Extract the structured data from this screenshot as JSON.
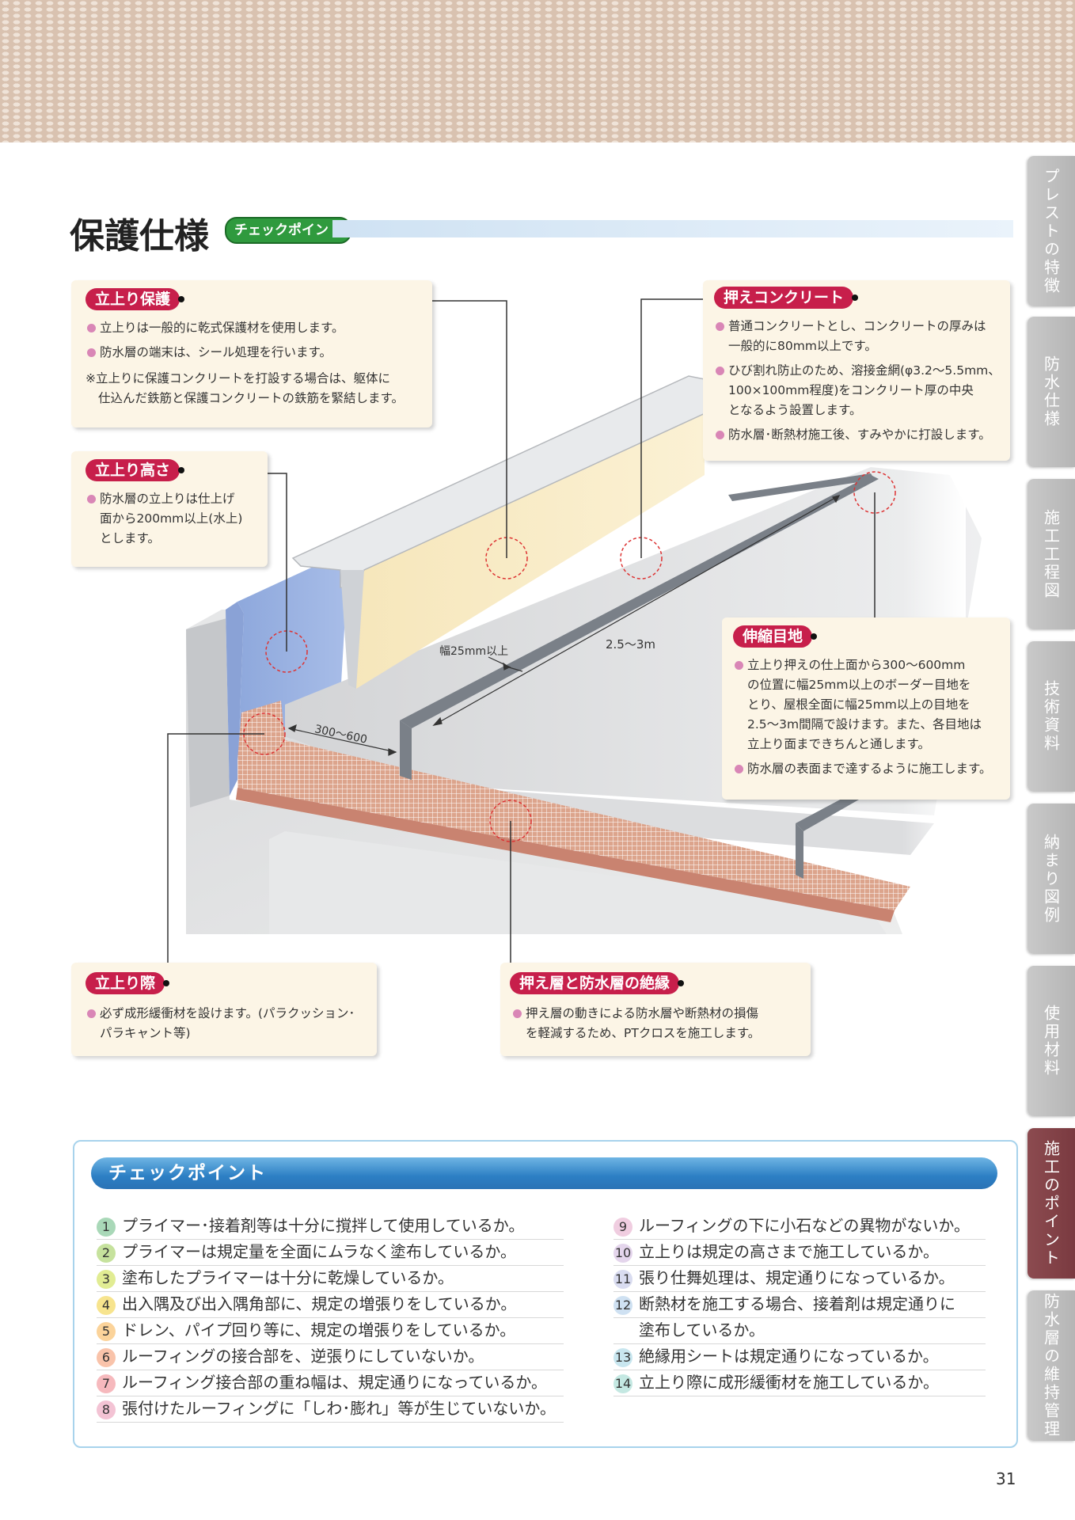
{
  "header": {
    "title": "保護仕様",
    "badge": "チェックポイント"
  },
  "side_tabs": [
    {
      "label": "プレストの特徴",
      "active": false
    },
    {
      "label": "防水仕様",
      "active": false
    },
    {
      "label": "施工工程図",
      "active": false
    },
    {
      "label": "技術資料",
      "active": false
    },
    {
      "label": "納まり図例",
      "active": false
    },
    {
      "label": "使用材料",
      "active": false
    },
    {
      "label": "施工のポイント",
      "active": true
    },
    {
      "label": "防水層の維持管理",
      "active": false
    }
  ],
  "callouts": {
    "tachiagari_hogo": {
      "tag": "立上り保護",
      "lines": [
        "立上りは一般的に乾式保護材を使用します。",
        "防水層の端末は、シール処理を行います。"
      ],
      "note1": "※立上りに保護コンクリートを打設する場合は、躯体に",
      "note2": "仕込んだ鉄筋と保護コンクリートの鉄筋を緊結します。"
    },
    "tachiagari_takasa": {
      "tag": "立上り高さ",
      "line1": "防水層の立上りは仕上げ",
      "line2": "面から200mm以上(水上)",
      "line3": "とします。"
    },
    "osae_concrete": {
      "tag": "押えコンクリート",
      "b1_1": "普通コンクリートとし、コンクリートの厚みは",
      "b1_2": "一般的に80mm以上です。",
      "b2_1": "ひび割れ防止のため、溶接金網(φ3.2～5.5mm、",
      "b2_2": "100×100mm程度)をコンクリート厚の中央",
      "b2_3": "となるよう設置します。",
      "b3": "防水層･断熱材施工後、すみやかに打設します。"
    },
    "shinshuku_meji": {
      "tag": "伸縮目地",
      "b1_1": "立上り押えの仕上面から300～600mm",
      "b1_2": "の位置に幅25mm以上のボーダー目地を",
      "b1_3": "とり、屋根全面に幅25mm以上の目地を",
      "b1_4": "2.5～3m間隔で設けます。また、各目地は",
      "b1_5": "立上り面まできちんと通します。",
      "b2": "防水層の表面まで達するように施工します。"
    },
    "tachiagari_giwa": {
      "tag": "立上り際",
      "line1": "必ず成形緩衝材を設けます。(パラクッション･",
      "line2": "パラキャント等)"
    },
    "zetsuen": {
      "tag": "押え層と防水層の絶縁",
      "line1": "押え層の動きによる防水層や断熱材の損傷",
      "line2": "を軽減するため、PTクロスを施工します。"
    }
  },
  "diagram": {
    "dim_width": "幅25mm以上",
    "dim_spacing": "2.5～3m",
    "dim_border": "300～600"
  },
  "checkpoints": {
    "heading": "チェックポイント",
    "left": [
      {
        "num": "1",
        "text": "プライマー･接着剤等は十分に撹拌して使用しているか。",
        "color": "#a9d8b8"
      },
      {
        "num": "2",
        "text": "プライマーは規定量を全面にムラなく塗布しているか。",
        "color": "#c6e29d"
      },
      {
        "num": "3",
        "text": "塗布したプライマーは十分に乾燥しているか。",
        "color": "#e1ec93"
      },
      {
        "num": "4",
        "text": "出入隅及び出入隅角部に、規定の増張りをしているか。",
        "color": "#f7e48e"
      },
      {
        "num": "5",
        "text": "ドレン、パイプ回り等に、規定の増張りをしているか。",
        "color": "#fbd39a"
      },
      {
        "num": "6",
        "text": "ルーフィングの接合部を、逆張りにしていないか。",
        "color": "#f9c3aa"
      },
      {
        "num": "7",
        "text": "ルーフィング接合部の重ね幅は、規定通りになっているか。",
        "color": "#f6b9bd"
      },
      {
        "num": "8",
        "text": "張付けたルーフィングに「しわ･膨れ」等が生じていないか。",
        "color": "#f3c3d4"
      }
    ],
    "right": [
      {
        "num": "9",
        "text": "ルーフィングの下に小石などの異物がないか。",
        "color": "#f0cde0"
      },
      {
        "num": "10",
        "text": "立上りは規定の高さまで施工しているか。",
        "color": "#e4d5ec"
      },
      {
        "num": "11",
        "text": "張り仕舞処理は、規定通りになっているか。",
        "color": "#d9dcf0"
      },
      {
        "num": "12",
        "text": "断熱材を施工する場合、接着剤は規定通りに",
        "color": "#cfe1f2"
      },
      {
        "num": "",
        "text": "塗布しているか。",
        "color": ""
      },
      {
        "num": "13",
        "text": "絶縁用シートは規定通りになっているか。",
        "color": "#c8e6ef"
      },
      {
        "num": "14",
        "text": "立上り際に成形緩衝材を施工しているか。",
        "color": "#c4e8e2"
      }
    ]
  },
  "footer": {
    "page_number": "31"
  }
}
